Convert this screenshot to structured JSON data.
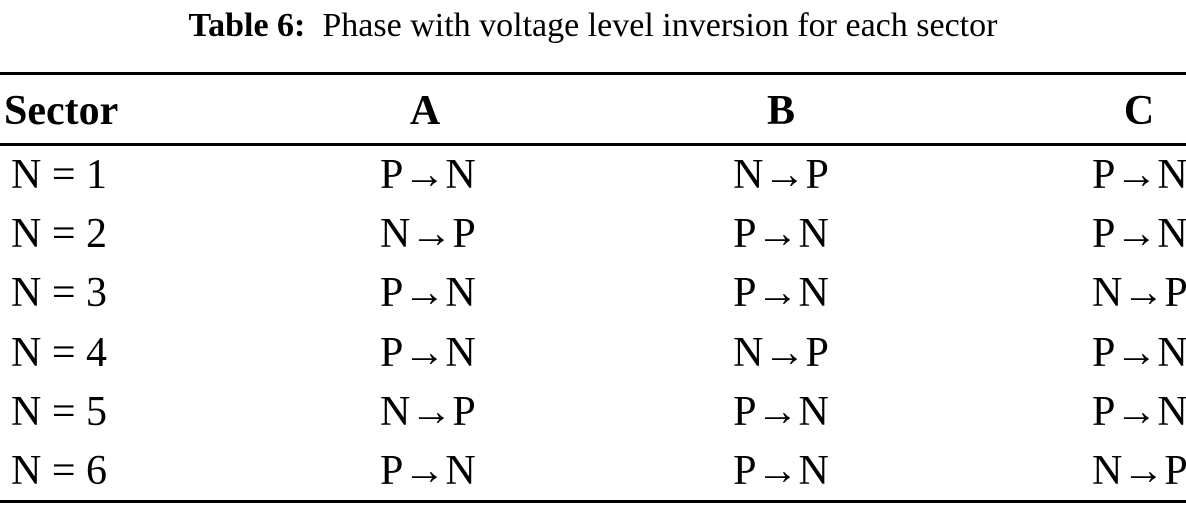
{
  "colors": {
    "background": "#ffffff",
    "text": "#000000",
    "rules": "#000000"
  },
  "caption": {
    "label": "Table 6:",
    "text": "Phase with voltage level inversion for each sector"
  },
  "table": {
    "columns": [
      {
        "label": "Sector"
      },
      {
        "label": "A"
      },
      {
        "label": "B"
      },
      {
        "label": "C"
      }
    ],
    "rows": [
      {
        "sector": "N = 1",
        "a": "P→N",
        "b": "N→P",
        "c": "P→N"
      },
      {
        "sector": "N = 2",
        "a": "N→P",
        "b": "P→N",
        "c": "P→N"
      },
      {
        "sector": "N = 3",
        "a": "P→N",
        "b": "P→N",
        "c": "N→P"
      },
      {
        "sector": "N = 4",
        "a": "P→N",
        "b": "N→P",
        "c": "P→N"
      },
      {
        "sector": "N = 5",
        "a": "N→P",
        "b": "P→N",
        "c": "P→N"
      },
      {
        "sector": "N = 6",
        "a": "P→N",
        "b": "P→N",
        "c": "N→P"
      }
    ]
  }
}
